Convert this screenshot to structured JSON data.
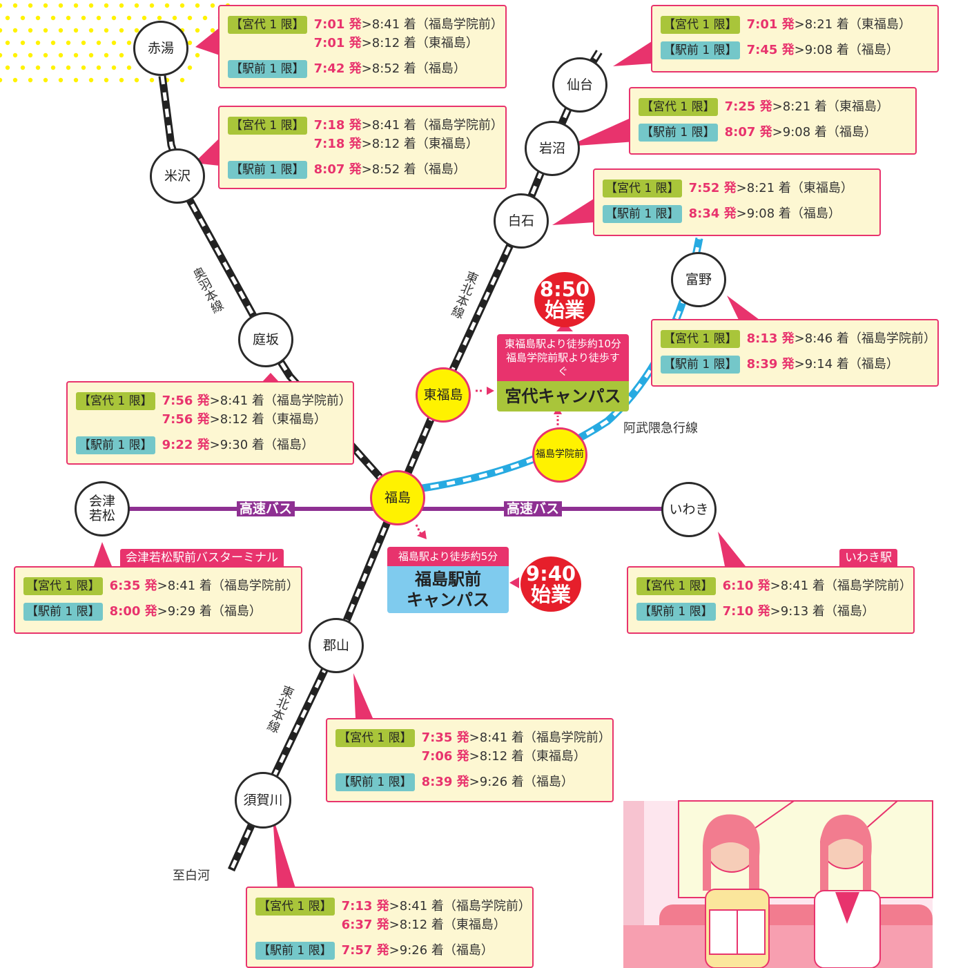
{
  "colors": {
    "pink": "#e8336d",
    "red": "#e61f2b",
    "box_bg": "#fdf7d2",
    "miyashiro_tag": "#a9c53a",
    "ekimae_tag": "#74c7c9",
    "hub_fill": "#fff200",
    "abukuma_line": "#27aae1",
    "bus_line": "#8e3092",
    "miyashiro_campus": "#a9c53a",
    "ekimae_campus": "#7fcbee"
  },
  "stations": {
    "akayu": "赤湯",
    "yonezawa": "米沢",
    "niwasaka": "庭坂",
    "sendai": "仙台",
    "iwanuma": "岩沼",
    "shiroishi": "白石",
    "tomino": "富野",
    "higashi_fukushima": "東福島",
    "fukushima_gakuin": "福島学院前",
    "fukushima": "福島",
    "aizu": "会津\n若松",
    "iwaki": "いわき",
    "koriyama": "郡山",
    "sukagawa": "須賀川"
  },
  "labels": {
    "ou_line": "奥羽本線",
    "tohoku_line_upper": "東北本線",
    "tohoku_line_lower": "東北本線",
    "abukuma_line": "阿武隈急行線",
    "bus_left": "高速バス",
    "bus_right": "高速バス",
    "to_shirakawa": "至白河",
    "aizu_terminal": "会津若松駅前バスターミナル",
    "iwaki_station": "いわき駅"
  },
  "campuses": {
    "miyashiro": {
      "note_1": "東福島駅より徒歩約10分",
      "note_2": "福島学院前駅より徒歩すぐ",
      "name": "宮代キャンパス",
      "start_time": "8:50",
      "start_word": "始業"
    },
    "ekimae": {
      "note": "福島駅より徒歩約5分",
      "name_1": "福島駅前",
      "name_2": "キャンパス",
      "start_time": "9:40",
      "start_word": "始業"
    }
  },
  "tags": {
    "miyashiro": "【宮代 1 限】",
    "ekimae": "【駅前 1 限】"
  },
  "timetables": {
    "akayu": {
      "miya": [
        {
          "dep": "7:01 発",
          "arr": ">8:41 着（福島学院前）"
        },
        {
          "dep": "7:01 発",
          "arr": ">8:12 着（東福島）"
        }
      ],
      "eki": [
        {
          "dep": "7:42 発",
          "arr": ">8:52 着（福島）"
        }
      ]
    },
    "yonezawa": {
      "miya": [
        {
          "dep": "7:18 発",
          "arr": ">8:41 着（福島学院前）"
        },
        {
          "dep": "7:18 発",
          "arr": ">8:12 着（東福島）"
        }
      ],
      "eki": [
        {
          "dep": "8:07 発",
          "arr": ">8:52 着（福島）"
        }
      ]
    },
    "niwasaka": {
      "miya": [
        {
          "dep": "7:56 発",
          "arr": ">8:41 着（福島学院前）"
        },
        {
          "dep": "7:56 発",
          "arr": ">8:12 着（東福島）"
        }
      ],
      "eki": [
        {
          "dep": "9:22 発",
          "arr": ">9:30 着（福島）"
        }
      ]
    },
    "sendai": {
      "miya": [
        {
          "dep": "7:01 発",
          "arr": ">8:21 着（東福島）"
        }
      ],
      "eki": [
        {
          "dep": "7:45 発",
          "arr": ">9:08 着（福島）"
        }
      ]
    },
    "iwanuma": {
      "miya": [
        {
          "dep": "7:25 発",
          "arr": ">8:21 着（東福島）"
        }
      ],
      "eki": [
        {
          "dep": "8:07 発",
          "arr": ">9:08 着（福島）"
        }
      ]
    },
    "shiroishi": {
      "miya": [
        {
          "dep": "7:52 発",
          "arr": ">8:21 着（東福島）"
        }
      ],
      "eki": [
        {
          "dep": "8:34 発",
          "arr": ">9:08 着（福島）"
        }
      ]
    },
    "tomino": {
      "miya": [
        {
          "dep": "8:13 発",
          "arr": ">8:46 着（福島学院前）"
        }
      ],
      "eki": [
        {
          "dep": "8:39 発",
          "arr": ">9:14 着（福島）"
        }
      ]
    },
    "aizu": {
      "miya": [
        {
          "dep": "6:35 発",
          "arr": ">8:41 着（福島学院前）"
        }
      ],
      "eki": [
        {
          "dep": "8:00 発",
          "arr": ">9:29 着（福島）"
        }
      ]
    },
    "iwaki": {
      "miya": [
        {
          "dep": "6:10 発",
          "arr": ">8:41 着（福島学院前）"
        }
      ],
      "eki": [
        {
          "dep": "7:10 発",
          "arr": ">9:13 着（福島）"
        }
      ]
    },
    "koriyama": {
      "miya": [
        {
          "dep": "7:35 発",
          "arr": ">8:41 着（福島学院前）"
        },
        {
          "dep": "7:06 発",
          "arr": ">8:12 着（東福島）"
        }
      ],
      "eki": [
        {
          "dep": "8:39 発",
          "arr": ">9:26 着（福島）"
        }
      ]
    },
    "sukagawa": {
      "miya": [
        {
          "dep": "7:13 発",
          "arr": ">8:41 着（福島学院前）"
        },
        {
          "dep": "6:37 発",
          "arr": ">8:12 着（東福島）"
        }
      ],
      "eki": [
        {
          "dep": "7:57 発",
          "arr": ">9:26 着（福島）"
        }
      ]
    }
  }
}
